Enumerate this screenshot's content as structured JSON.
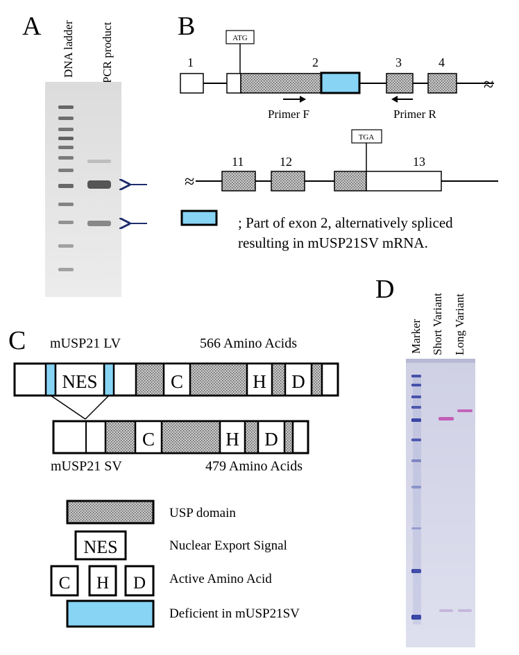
{
  "panel_a": {
    "letter": "A",
    "lane_labels": [
      "DNA ladder",
      "PCR product"
    ]
  },
  "panel_b": {
    "letter": "B",
    "start_codon": "ATG",
    "stop_codon": "TGA",
    "exons_top": [
      "1",
      "2",
      "3",
      "4"
    ],
    "exons_bottom": [
      "11",
      "12",
      "13"
    ],
    "primer_f": "Primer F",
    "primer_r": "Primer R",
    "legend_line1": "; Part of exon 2, alternatively spliced",
    "legend_line2": "resulting in mUSP21SV mRNA."
  },
  "panel_c": {
    "letter": "C",
    "lv_name": "mUSP21 LV",
    "lv_length": "566 Amino Acids",
    "sv_name": "mUSP21 SV",
    "sv_length": "479 Amino Acids",
    "nes": "NES",
    "c": "C",
    "h": "H",
    "d": "D",
    "legend": {
      "usp": "USP domain",
      "nes": "Nuclear Export Signal",
      "active": "Active Amino Acid",
      "deficient": "Deficient in mUSP21SV"
    }
  },
  "panel_d": {
    "letter": "D",
    "lane_labels": [
      "Marker",
      "Short Variant",
      "Long Variant"
    ]
  },
  "colors": {
    "alt_spliced": "#87d4f5",
    "gel_background": "#e6e6e6",
    "gel_band": "#555555",
    "arrow": "#1f2d6b",
    "sds_background": "#d6d7ea",
    "marker_band": "#2e3aa0",
    "protein_band": "#c050b0"
  }
}
